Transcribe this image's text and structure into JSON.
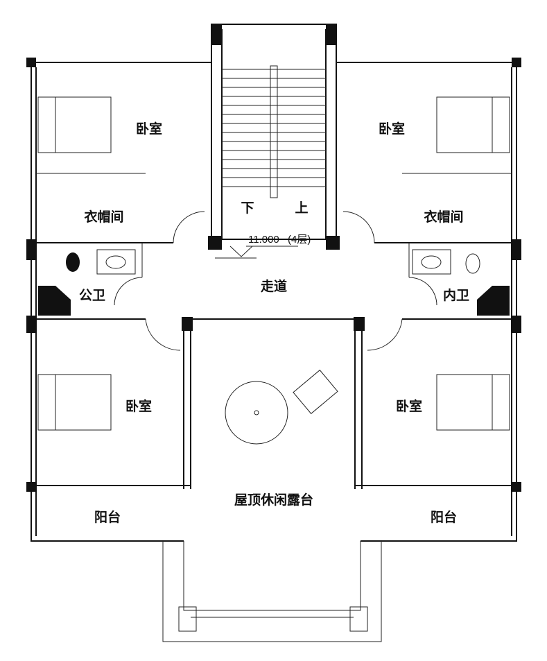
{
  "rooms": {
    "bedroom_top_left": "卧室",
    "bedroom_top_right": "卧室",
    "closet_left": "衣帽间",
    "closet_right": "衣帽间",
    "public_bath": "公卫",
    "private_bath": "内卫",
    "corridor": "走道",
    "bedroom_bottom_left": "卧室",
    "bedroom_bottom_right": "卧室",
    "roof_terrace": "屋顶休闲露台",
    "balcony_left": "阳台",
    "balcony_right": "阳台"
  },
  "stair": {
    "down": "下",
    "up": "上"
  },
  "level": {
    "elevation": "11.000",
    "floor": "(4层)"
  }
}
